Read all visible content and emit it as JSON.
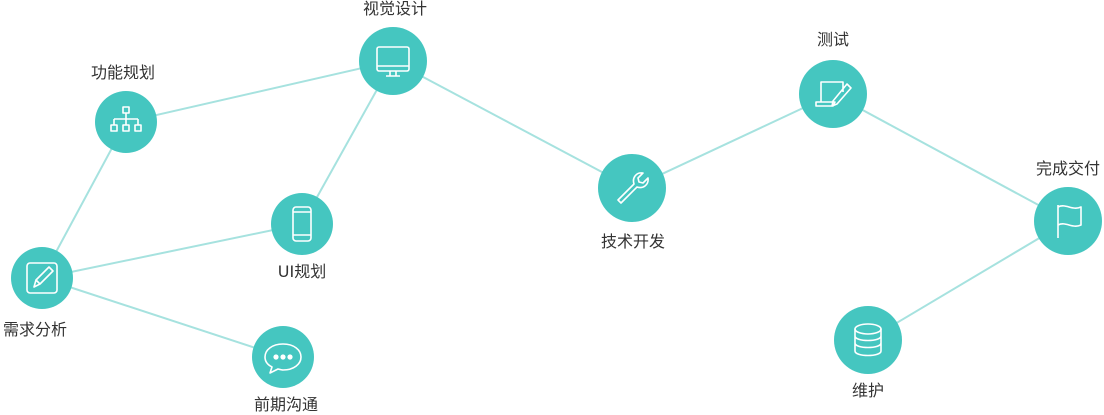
{
  "colors": {
    "node": "#45c6c0",
    "edge": "#a6e2df",
    "icon": "#ffffff"
  },
  "nodes": [
    {
      "id": "requirements",
      "label": "需求分析",
      "icon": "edit-icon"
    },
    {
      "id": "function",
      "label": "功能规划",
      "icon": "sitemap-icon"
    },
    {
      "id": "visual",
      "label": "视觉设计",
      "icon": "monitor-icon"
    },
    {
      "id": "ui",
      "label": "UI规划",
      "icon": "mobile-icon"
    },
    {
      "id": "communication",
      "label": "前期沟通",
      "icon": "chat-icon"
    },
    {
      "id": "development",
      "label": "技术开发",
      "icon": "wrench-icon"
    },
    {
      "id": "testing",
      "label": "测试",
      "icon": "laptop-pen-icon"
    },
    {
      "id": "delivery",
      "label": "完成交付",
      "icon": "flag-icon"
    },
    {
      "id": "maintenance",
      "label": "维护",
      "icon": "database-icon"
    }
  ],
  "edges": [
    [
      "requirements",
      "function"
    ],
    [
      "requirements",
      "ui"
    ],
    [
      "requirements",
      "communication"
    ],
    [
      "function",
      "visual"
    ],
    [
      "visual",
      "ui"
    ],
    [
      "visual",
      "development"
    ],
    [
      "development",
      "testing"
    ],
    [
      "testing",
      "delivery"
    ],
    [
      "delivery",
      "maintenance"
    ]
  ]
}
